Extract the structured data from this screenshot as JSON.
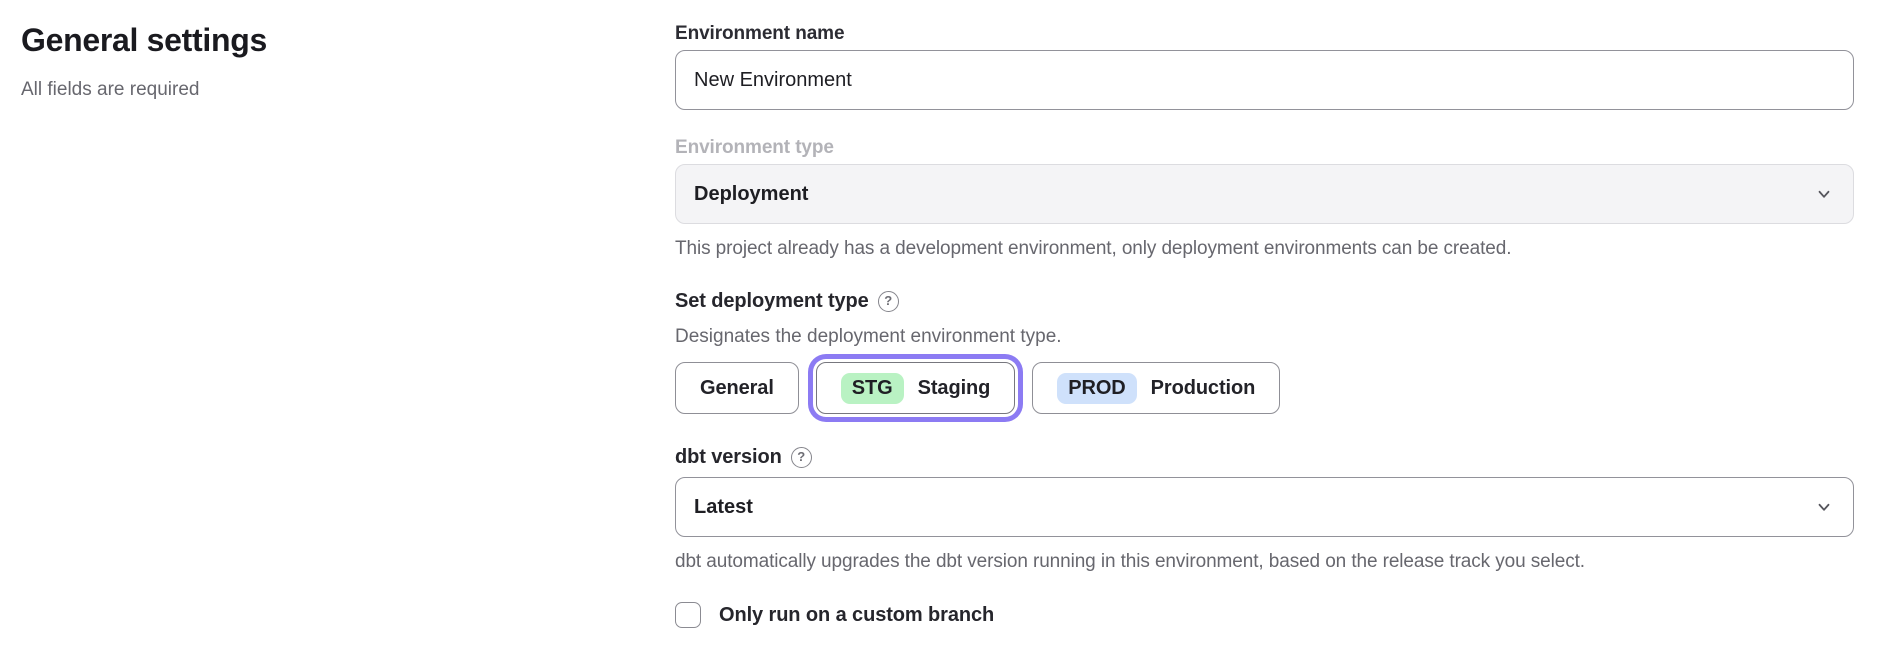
{
  "page": {
    "title": "General settings",
    "subtitle": "All fields are required"
  },
  "form": {
    "environment_name": {
      "label": "Environment name",
      "value": "New Environment"
    },
    "environment_type": {
      "label": "Environment type",
      "value": "Deployment",
      "disabled": true,
      "chevron_icon": "chevron-down",
      "helper": "This project already has a development environment, only deployment environments can be created."
    },
    "deployment_type": {
      "label": "Set deployment type",
      "help_icon": "question-circle",
      "help_glyph": "?",
      "description": "Designates the deployment environment type.",
      "options": [
        {
          "label": "General",
          "selected": false
        },
        {
          "badge": "STG",
          "label": "Staging",
          "selected": true
        },
        {
          "badge": "PROD",
          "label": "Production",
          "selected": false
        }
      ]
    },
    "dbt_version": {
      "label": "dbt version",
      "help_icon": "question-circle",
      "help_glyph": "?",
      "value": "Latest",
      "chevron_icon": "chevron-down",
      "helper": "dbt automatically upgrades the dbt version running in this environment, based on the release track you select."
    },
    "custom_branch": {
      "label": "Only run on a custom branch",
      "checked": false
    }
  },
  "colors": {
    "accent_purple": "#8c7bf3",
    "badge_green": "#b9f2c3",
    "badge_blue": "#cfe1fb"
  }
}
